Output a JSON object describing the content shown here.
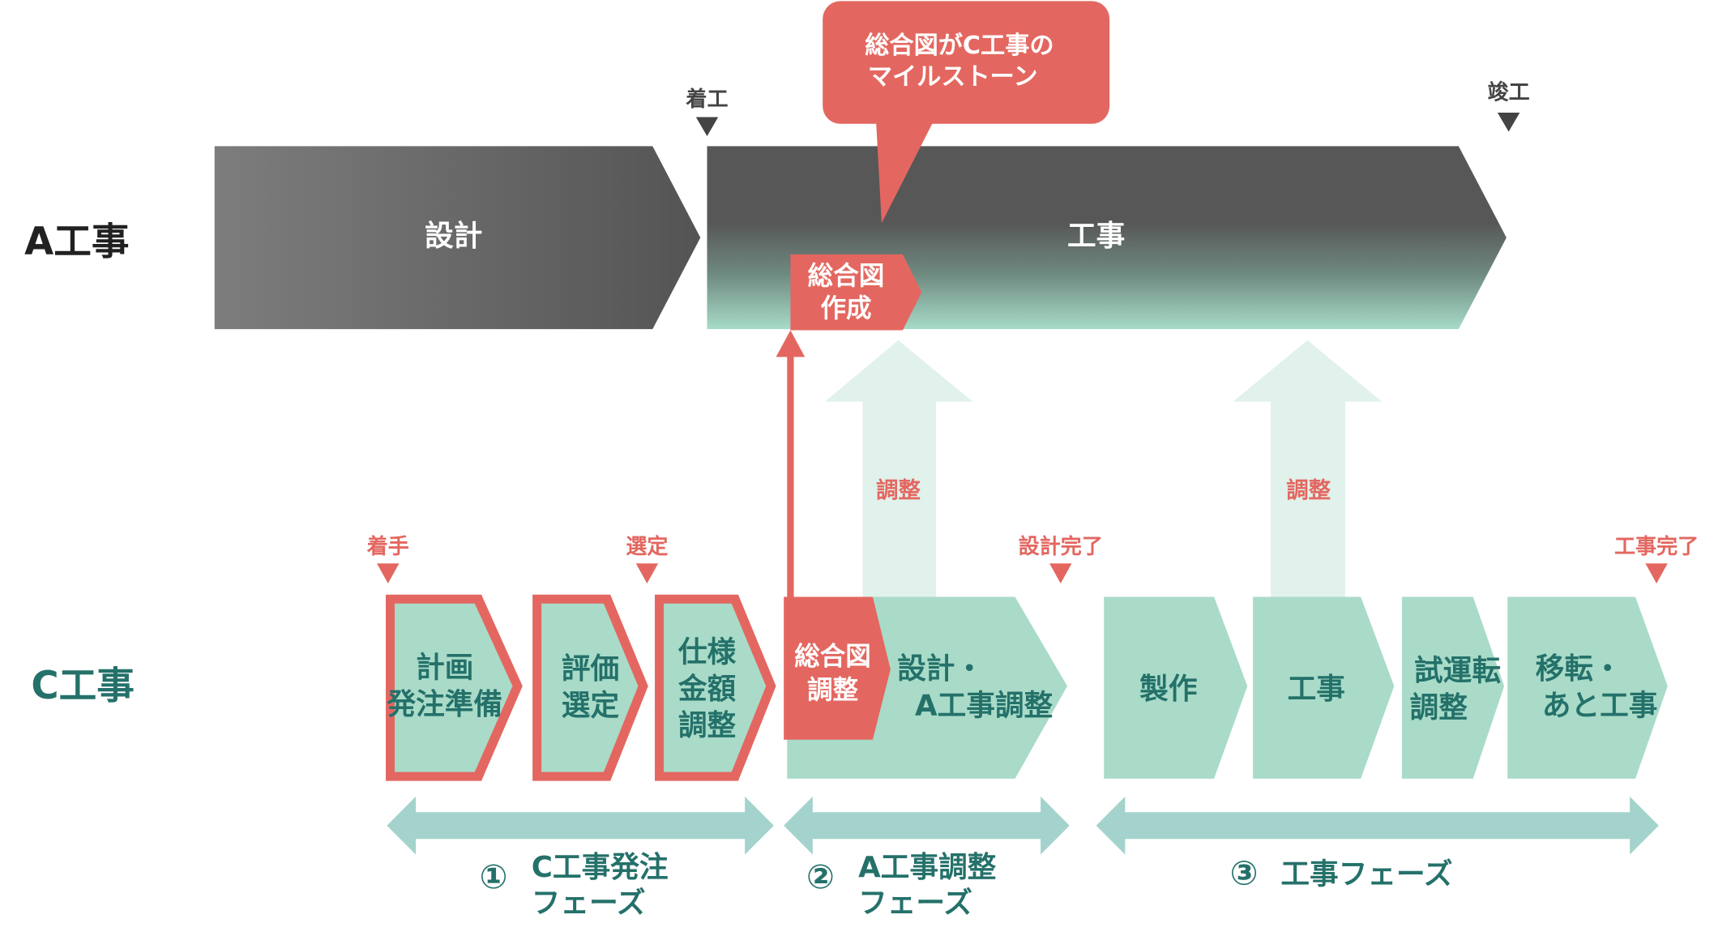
{
  "colors": {
    "red": "#e36760",
    "mint": "#a9dbc8",
    "mint_pale": "#e1f1eb",
    "teal_arrow": "#a3d3cc",
    "dark": "#555555",
    "gray_light": "#7b7b7b",
    "teal_text": "#24716a",
    "label_dark": "#212121",
    "marker": "#444444"
  },
  "row_labels": {
    "a_work": "A工事",
    "c_work": "C工事"
  },
  "a_row": {
    "design": "設計",
    "construction": "工事",
    "sogozu_creation": [
      "総合図",
      "作成"
    ],
    "markers": {
      "start": "着工",
      "completion": "竣工"
    },
    "callout": [
      "総合図がC工事の",
      "マイルストーン"
    ]
  },
  "adjust_label": "調整",
  "c_row": {
    "markers": {
      "start": "着手",
      "selection": "選定",
      "design_done": "設計完了",
      "work_done": "工事完了"
    },
    "steps": {
      "plan": [
        "計画",
        "発注準備"
      ],
      "evaluate": [
        "評価",
        "選定"
      ],
      "spec": [
        "仕様",
        "金額",
        "調整"
      ],
      "sogozu_adjust": [
        "総合図",
        "調整"
      ],
      "design_adjust": [
        "設計・",
        "A工事調整"
      ],
      "manufacture": "製作",
      "construction": "工事",
      "trial": [
        "試運転",
        "調整"
      ],
      "relocation": [
        "移転・",
        "あと工事"
      ]
    }
  },
  "phases": [
    {
      "num": "①",
      "lines": [
        "C工事発注",
        "フェーズ"
      ]
    },
    {
      "num": "②",
      "lines": [
        "A工事調整",
        "フェーズ"
      ]
    },
    {
      "num": "③",
      "lines": [
        "工事フェーズ"
      ]
    }
  ]
}
